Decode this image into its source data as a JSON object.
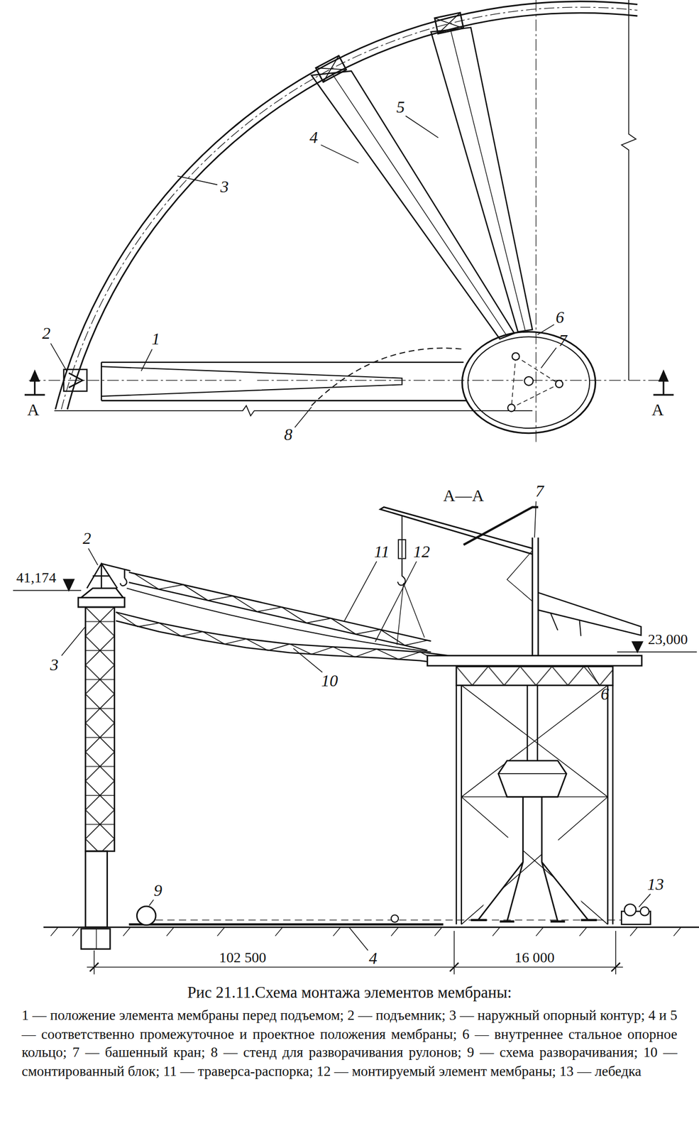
{
  "diagram": {
    "caption": "Рис 21.11.Схема монтажа элементов мембраны:",
    "labels": [
      "5",
      "4",
      "3",
      "6",
      "2",
      "1",
      "7",
      "A",
      "A",
      "8",
      "A—A",
      "2",
      "41,174",
      "11",
      "12",
      "7",
      "3",
      "10",
      "23,000",
      "6",
      "13",
      "9",
      "4",
      "102 500",
      "16 000",
      "1 — положение элемента мембраны перед подъемом;",
      "2 — подъемник;",
      "3 — наружный опорный контур;",
      "4 и 5 — соответственно промежуточное и проектное положения мембраны;",
      "6 — внутреннее стальное опорное кольцо;",
      "7 — башенный кран;",
      "8 — стенд для разворачивания рулонов;",
      "9 — схема разворачивания;",
      "10 — смонтированный блок;",
      "11 — траверса-распорка;",
      "12 — монтируемый элемент мембраны;",
      "13 — лебедка"
    ]
  }
}
